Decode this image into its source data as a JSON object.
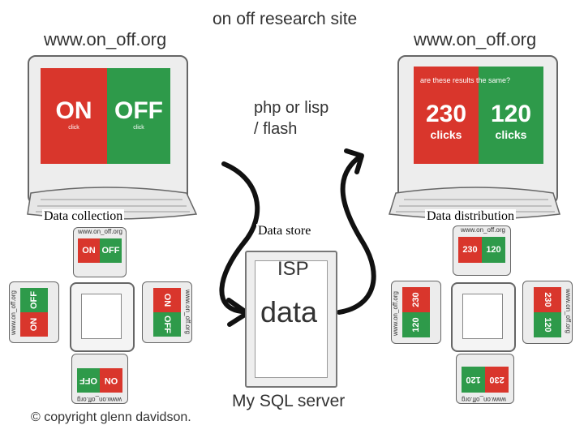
{
  "title": "on off research site",
  "left_monitor": {
    "url": "www.on_off.org",
    "on_label": "ON",
    "off_label": "OFF",
    "sub_label": "click"
  },
  "right_monitor": {
    "url": "www.on_off.org",
    "question": "are these results the same?",
    "on_count": "230",
    "off_count": "120",
    "unit": "clicks"
  },
  "tech": {
    "line1": "php or lisp",
    "line2": "/ flash"
  },
  "captions": {
    "collection": "Data collection",
    "store": "Data store",
    "distribution": "Data distribution"
  },
  "server": {
    "isp": "ISP",
    "data": "data",
    "name": "My SQL server"
  },
  "small_url": "www.on_off.org",
  "copyright": "© copyright glenn davidson.",
  "colors": {
    "red": "#d9362c",
    "green": "#2e9a4a"
  }
}
